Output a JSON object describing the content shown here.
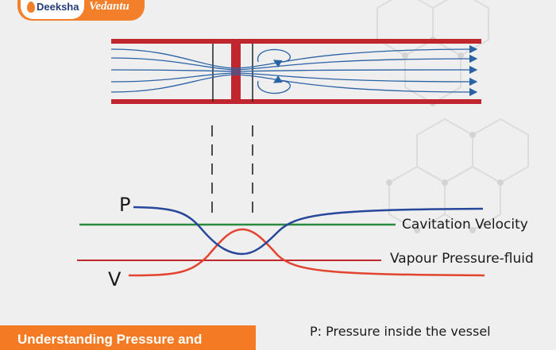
{
  "brand": {
    "name_left": "Deeksha",
    "name_right": "Vedantu",
    "color_orange": "#f37f2a",
    "color_navy": "#233b79"
  },
  "diagram": {
    "pipe_color": "#c0262e",
    "streamline_color": "#2a62a6",
    "labels": {
      "p": "P",
      "v": "V",
      "cavitation": "Cavitation Velocity",
      "vapour": "Vapour Pressure-fluid"
    },
    "curve_colors": {
      "pressure": "#27479a",
      "velocity": "#e2442f",
      "cavitation_line": "#2a8a3e",
      "vapour_line": "#c0262e"
    }
  },
  "footer": {
    "banner_text": "Understanding Pressure and",
    "legend_p": "P: Pressure inside the vessel"
  }
}
